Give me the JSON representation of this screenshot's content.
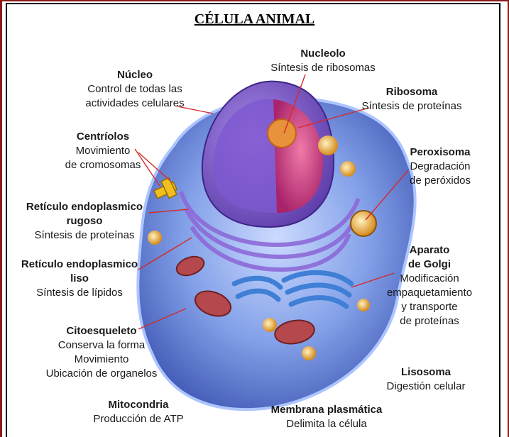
{
  "title": "CÉLULA ANIMAL",
  "labels": {
    "nucleo": {
      "name": "Núcleo",
      "desc1": "Control de todas las",
      "desc2": "actividades celulares"
    },
    "nucleolo": {
      "name": "Nucleolo",
      "desc1": "Síntesis de ribosomas"
    },
    "ribosoma": {
      "name": "Ribosoma",
      "desc1": "Síntesis de proteínas"
    },
    "centriolos": {
      "name": "Centríolos",
      "desc1": "Movimiento",
      "desc2": "de cromosomas"
    },
    "peroxisoma": {
      "name": "Peroxisoma",
      "desc1": "Degradación",
      "desc2": "de peróxidos"
    },
    "rer": {
      "name1": "Retículo endoplasmico",
      "name2": "rugoso",
      "desc1": "Síntesis de proteínas"
    },
    "rel": {
      "name1": "Retículo endoplasmico",
      "name2": "liso",
      "desc1": "Síntesis de lípidos"
    },
    "golgi": {
      "name1": "Aparato",
      "name2": "de Golgi",
      "desc1": "Modificación",
      "desc2": "empaquetamiento",
      "desc3": "y transporte",
      "desc4": "de proteínas"
    },
    "citoesqueleto": {
      "name": "Citoesqueleto",
      "desc1": "Conserva la forma",
      "desc2": "Movimiento",
      "desc3": "Ubicación de organelos"
    },
    "lisosoma": {
      "name": "Lisosoma",
      "desc1": "Digestión celular"
    },
    "mitocondria": {
      "name": "Mitocondria",
      "desc1": "Producción de ATP"
    },
    "membrana": {
      "name": "Membrana plasmática",
      "desc1": "Delimita la célula"
    }
  },
  "colors": {
    "frame": "#8b1a1a",
    "pointer": "#d42a2a",
    "cytoplasm": "#6d8fe0",
    "nucleus": "#c0357a",
    "nucleus_envelope": "#7a55c8",
    "golgi": "#4a86d8",
    "mitochondria": "#a8474a",
    "vesicle": "#e0a040"
  }
}
